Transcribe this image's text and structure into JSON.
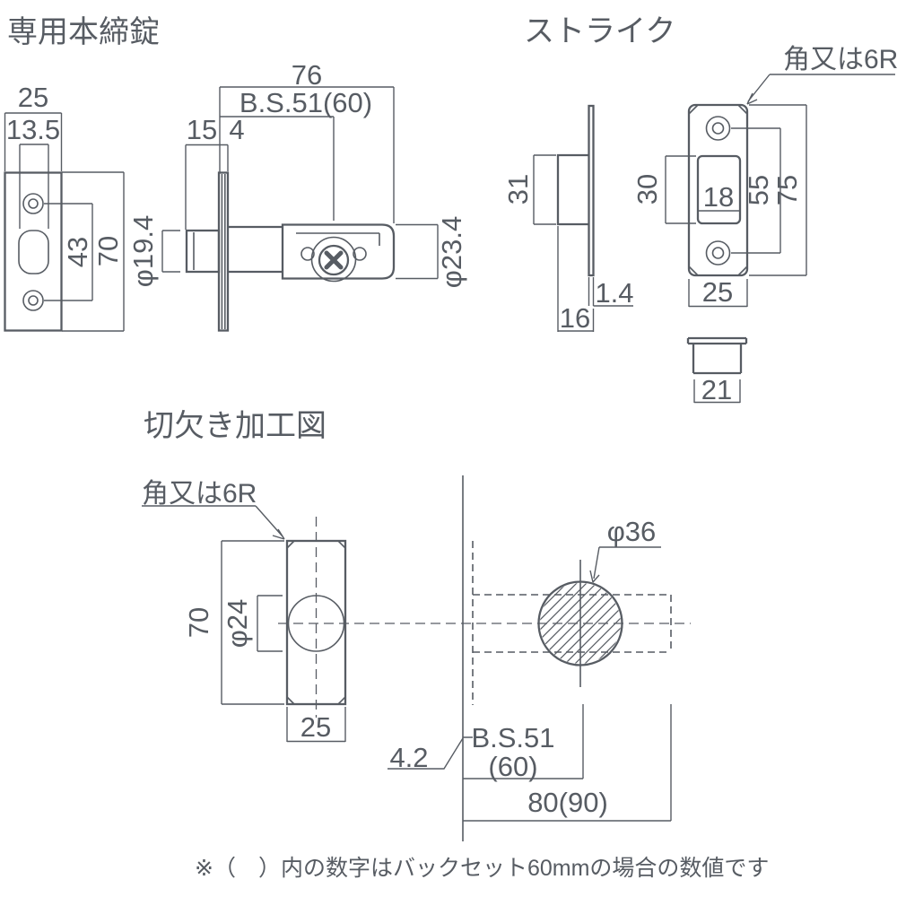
{
  "deadbolt": {
    "title": "専用本締錠",
    "dims": {
      "plate_width": "25",
      "bolt_hole_width": "13.5",
      "screw_pitch": "43",
      "plate_height": "70",
      "case_length": "76",
      "backset": "B.S.51(60)",
      "bolt_throw": "15",
      "plate_thickness": "4",
      "bolt_diameter": "φ19.4",
      "case_diameter": "φ23.4"
    }
  },
  "strike": {
    "title": "ストライク",
    "corner_note": "角又は6R",
    "dims": {
      "box_height": "31",
      "plate_thickness": "1.4",
      "box_depth": "16",
      "opening_height": "30",
      "opening_width": "18",
      "screw_pitch": "55",
      "plate_height": "75",
      "plate_width": "25",
      "dust_box_width": "21"
    }
  },
  "cutout": {
    "title": "切欠き加工図",
    "corner_note": "角又は6R",
    "dims": {
      "mortise_height": "70",
      "edge_bore_diameter": "φ24",
      "mortise_width": "25",
      "face_bore_diameter": "φ36",
      "edge_offset": "4.2",
      "backset_line1": "B.S.51",
      "backset_line2": "(60)",
      "face_bore_distance": "80(90)"
    }
  },
  "footnote": "※（　）内の数字はバックセット60mmの場合の数値です",
  "colors": {
    "line": "#575c63",
    "background": "#ffffff"
  }
}
